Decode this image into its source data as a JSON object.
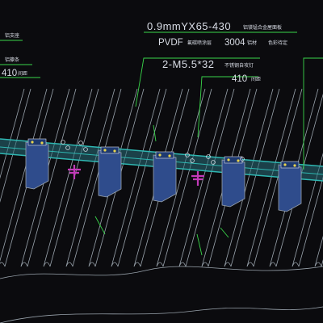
{
  "callouts": {
    "panel_spec": "0.9mmYX65-430",
    "panel_spec_cn": "铝镁锰合金屋面板",
    "coating": "PVDF",
    "coating_cn": "氟碳喷涂层",
    "alloy": "3004",
    "alloy_cn": "铝材",
    "color_cn": "色彩待定",
    "fastener_spec": "2-M5.5*32",
    "fastener_cn": "不锈钢自攻钉",
    "pitch": "410",
    "pitch_cn": "间距"
  },
  "left_callouts": {
    "upper_cn": "铝支座",
    "middle_cn": "铝檩条",
    "lower_value": "410",
    "lower_cn": "间距"
  },
  "colors": {
    "background": "#0b0b0e",
    "leader_green": "#39d64a",
    "steel_blue": "#2f4c8c",
    "purlin_cyan": "#2fb7b2",
    "clip_magenta": "#c23ab8",
    "panel_line": "#9aa4ad",
    "fastener_yellow": "#e9d44d"
  }
}
